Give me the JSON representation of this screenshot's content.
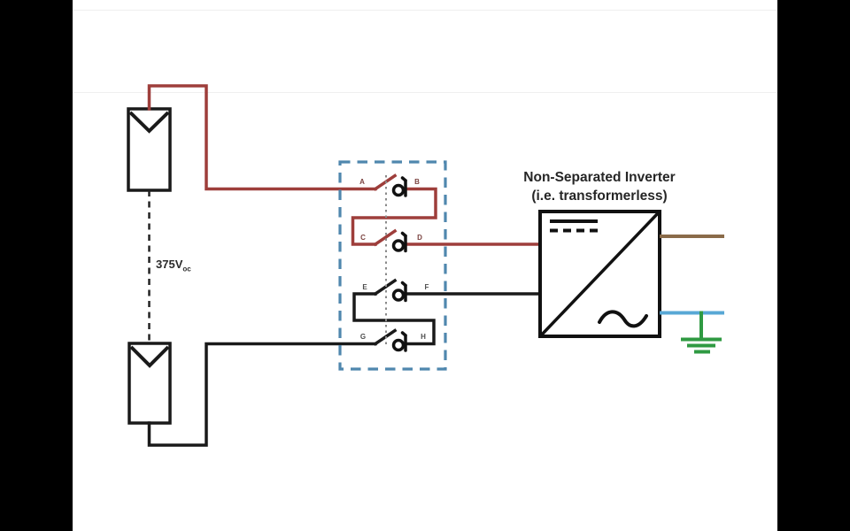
{
  "frame": {
    "background": "#000000",
    "canvas_background": "#ffffff"
  },
  "colors": {
    "positive_wire_red": "#9e3e3b",
    "negative_wire_black": "#1a1a1a",
    "disconnect_box_blue": "#4f87ae",
    "linkage_dotted_gray": "#8a8a8a",
    "ac_line_brown": "#8a6b49",
    "ac_neutral_cyan": "#58a8d5",
    "ground_green": "#2f9a42"
  },
  "pv_array": {
    "voltage_label": {
      "value": "375V",
      "subscript": "oc"
    }
  },
  "disconnect_box": {
    "switches": [
      {
        "left": "A",
        "right": "B"
      },
      {
        "left": "C",
        "right": "D"
      },
      {
        "left": "E",
        "right": "F"
      },
      {
        "left": "G",
        "right": "H"
      }
    ]
  },
  "inverter": {
    "title_line1": "Non-Separated Inverter",
    "title_line2": "(i.e. transformerless)"
  }
}
